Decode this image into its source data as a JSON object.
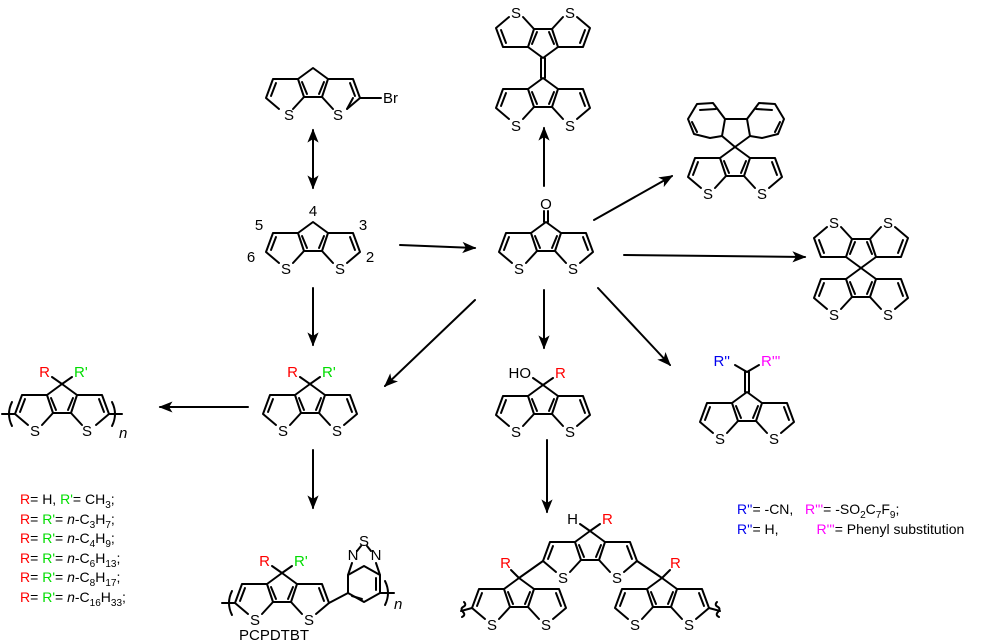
{
  "colors": {
    "R": "#ff0000",
    "R_prime": "#00dd00",
    "R_dprime": "#0000ee",
    "R_tprime": "#ff00ff",
    "bond": "#000000"
  },
  "atoms": {
    "S": "S",
    "O": "O",
    "Br": "Br",
    "N": "N",
    "HO": "HO",
    "H": "H"
  },
  "substituents": {
    "R": "R",
    "R_prime": "R'",
    "R_dprime": "R''",
    "R_tprime": "R'''",
    "n": "n"
  },
  "positions": {
    "p2": "2",
    "p3": "3",
    "p4": "4",
    "p5": "5",
    "p6": "6"
  },
  "polymer_name": "PCPDTBT",
  "legend_left": [
    {
      "r": "R",
      "eq1": "= H, ",
      "rp": "R'",
      "eq2": "= CH",
      "sub1": "3",
      "rest": ";"
    },
    {
      "r": "R",
      "eq1": "= ",
      "rp": "R'",
      "eq2": "= ",
      "n": "n",
      "c": "-C",
      "cs": "3",
      "h": "H",
      "hs": "7",
      "end": ";"
    },
    {
      "r": "R",
      "eq1": "= ",
      "rp": "R'",
      "eq2": "= ",
      "n": "n",
      "c": "-C",
      "cs": "4",
      "h": "H",
      "hs": "9",
      "end": ";"
    },
    {
      "r": "R",
      "eq1": "= ",
      "rp": "R'",
      "eq2": "= ",
      "n": "n",
      "c": "-C",
      "cs": "6",
      "h": "H",
      "hs": "13",
      "end": ";"
    },
    {
      "r": "R",
      "eq1": "= ",
      "rp": "R'",
      "eq2": "= ",
      "n": "n",
      "c": "-C",
      "cs": "8",
      "h": "H",
      "hs": "17",
      "end": ";"
    },
    {
      "r": "R",
      "eq1": "= ",
      "rp": "R'",
      "eq2": "= ",
      "n": "n",
      "c": "-C",
      "cs": "16",
      "h": "H",
      "hs": "33",
      "end": ";"
    }
  ],
  "legend_right": {
    "line1": {
      "rdp": "R''",
      "eq1": "= -CN,",
      "rtp": "R'''",
      "eq2": "= -SO",
      "s1": "2",
      "c": "C",
      "s2": "7",
      "f": "F",
      "s3": "9",
      "end": ";"
    },
    "line2": {
      "rdp": "R''",
      "eq1": "= H,",
      "rtp": "R'''",
      "eq2": "= Phenyl substitution"
    }
  }
}
